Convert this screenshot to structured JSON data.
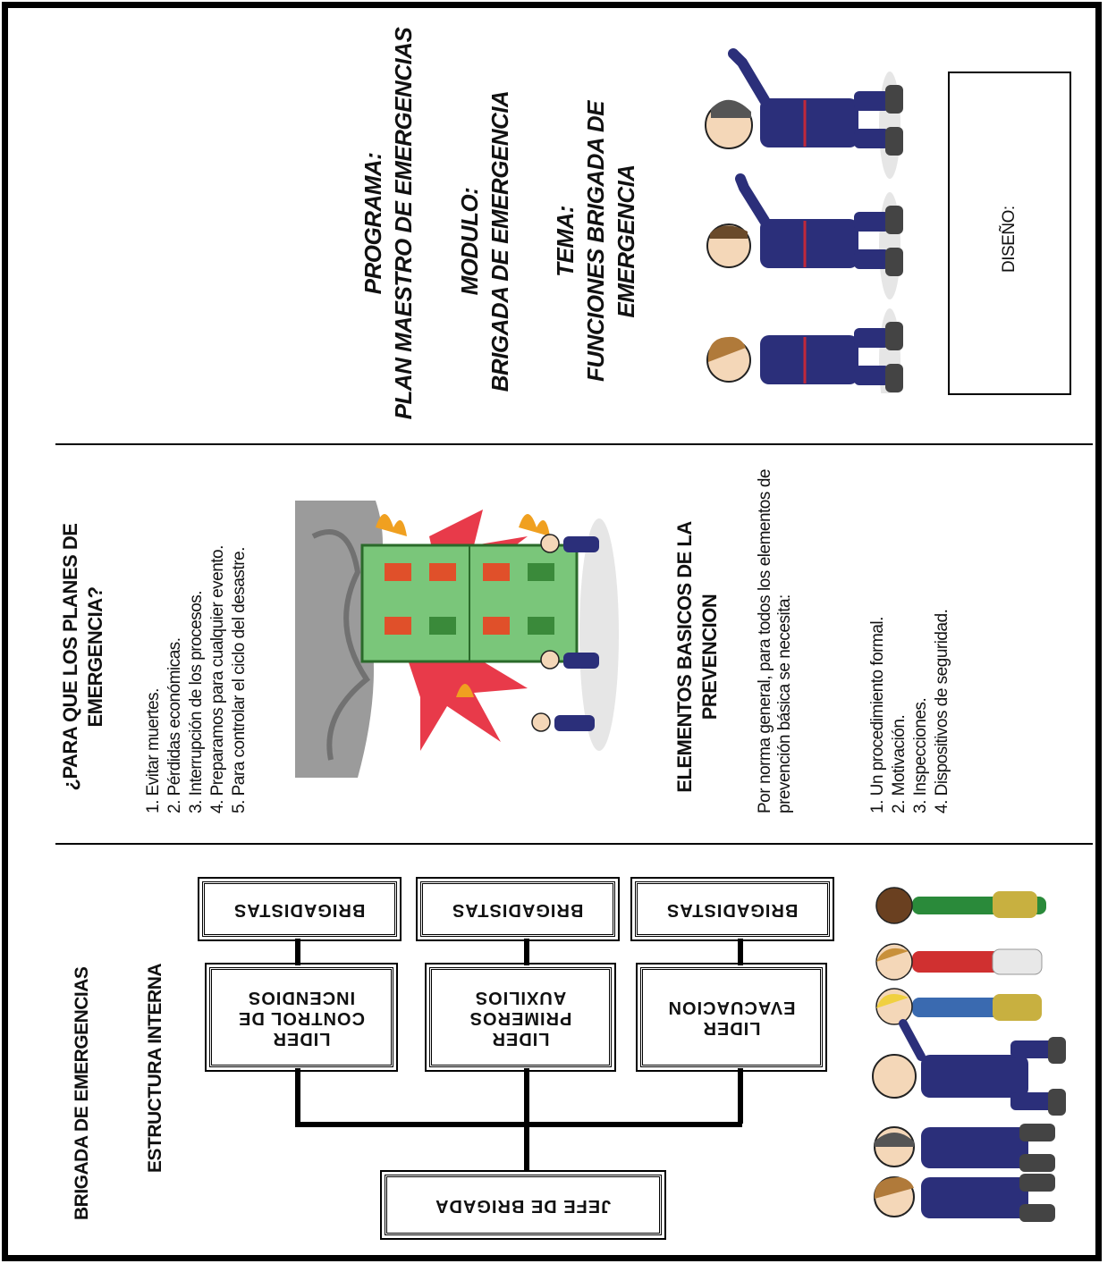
{
  "cover": {
    "programa_label": "PROGRAMA:",
    "programa_value": "PLAN MAESTRO DE EMERGENCIAS",
    "modulo_label": "MODULO:",
    "modulo_value": "BRIGADA DE EMERGENCIA",
    "tema_label": "TEMA:",
    "tema_value_1": "FUNCIONES BRIGADA DE",
    "tema_value_2": "EMERGENCIA",
    "diseno_label": "DISEÑO:"
  },
  "middle": {
    "question_1": "¿PARA QUE LOS PLANES DE",
    "question_2": "EMERGENCIA?",
    "reasons": [
      "1. Evitar muertes.",
      "2. Pérdidas económicas.",
      "3. Interrupción de los procesos.",
      "4. Preparamos para cualquier evento.",
      "5. Para controlar el ciclo del desastre."
    ],
    "elements_heading_1": "ELEMENTOS BASICOS DE LA",
    "elements_heading_2": "PREVENCION",
    "elements_intro": "Por norma general, para todos los elementos de prevención básica se necesita:",
    "elements": [
      "1. Un procedimiento formal.",
      "2. Motivación.",
      "3. Inspecciones.",
      "4. Dispositivos de seguridad."
    ]
  },
  "left": {
    "title": "BRIGADA DE EMERGENCIAS",
    "subtitle": "ESTRUCTURA INTERNA",
    "chief": "JEFE DE BRIGADA",
    "leader_fire": "LIDER CONTROL DE INCENDIOS",
    "leader_aid": "LIDER PRIMEROS AUXILIOS",
    "leader_evac": "LIDER EVACUACION",
    "brigadistas_1": "BRIGADISTAS",
    "brigadistas_2": "BRIGADISTAS",
    "brigadistas_3": "BRIGADISTAS"
  },
  "colors": {
    "uniform": "#2b2f7a",
    "stripe": "#c0283a",
    "building": "#7ac67a",
    "fire": "#e0502a",
    "burst": "#e83a4a",
    "smoke": "#8a8a8a"
  }
}
